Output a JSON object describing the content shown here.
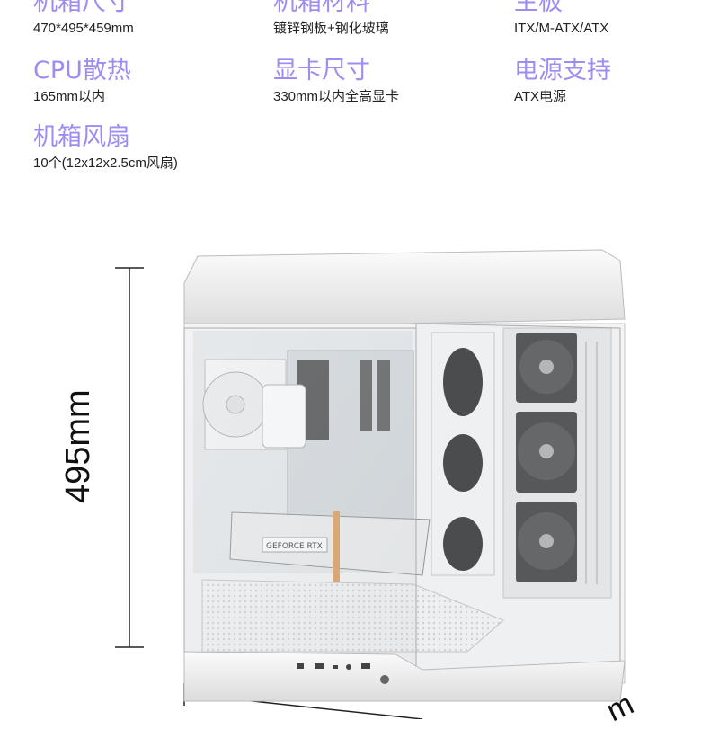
{
  "specs": [
    {
      "title": "机箱尺寸",
      "value": "470*495*459mm"
    },
    {
      "title": "机箱材料",
      "value": "镀锌钢板+钢化玻璃"
    },
    {
      "title": "主板",
      "value": "ITX/M-ATX/ATX"
    },
    {
      "title": "CPU散热",
      "value": "165mm以内"
    },
    {
      "title": "显卡尺寸",
      "value": "330mm以内全高显卡"
    },
    {
      "title": "电源支持",
      "value": "ATX电源"
    },
    {
      "title": "机箱风扇",
      "value": "10个(12x12x2.5cm风扇)"
    }
  ],
  "dimension": {
    "height_label": "495mm",
    "width_label_partial": "m"
  },
  "product": {
    "gpu_label": "GEFORCE RTX"
  },
  "colors": {
    "accent": "#9b8df2",
    "text": "#222222",
    "case": "#f2f2f2"
  }
}
